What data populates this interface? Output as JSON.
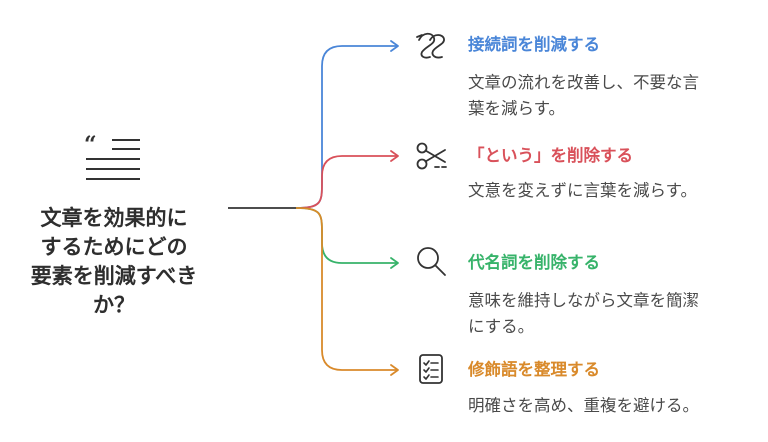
{
  "center": {
    "title_lines": [
      "文章を効果的に",
      "するためにどの",
      "要素を削減すべき",
      "か？"
    ],
    "icon": "quote-lines-icon"
  },
  "branches": [
    {
      "title": "接続詞を削減する",
      "description_lines": [
        "文章の流れを改善し、不要な言",
        "葉を減らす。"
      ],
      "color": "#4a86d8",
      "icon": "swirl-flow-icon"
    },
    {
      "title": "「という」を削除する",
      "description_lines": [
        "文意を変えずに言葉を減らす。"
      ],
      "color": "#d9515a",
      "icon": "scissors-icon"
    },
    {
      "title": "代名詞を削除する",
      "description_lines": [
        "意味を維持しながら文章を簡潔",
        "にする。"
      ],
      "color": "#37b36a",
      "icon": "magnifier-icon"
    },
    {
      "title": "修飾語を整理する",
      "description_lines": [
        "明確さを高め、重複を避ける。"
      ],
      "color": "#d98a2b",
      "icon": "checklist-icon"
    }
  ]
}
